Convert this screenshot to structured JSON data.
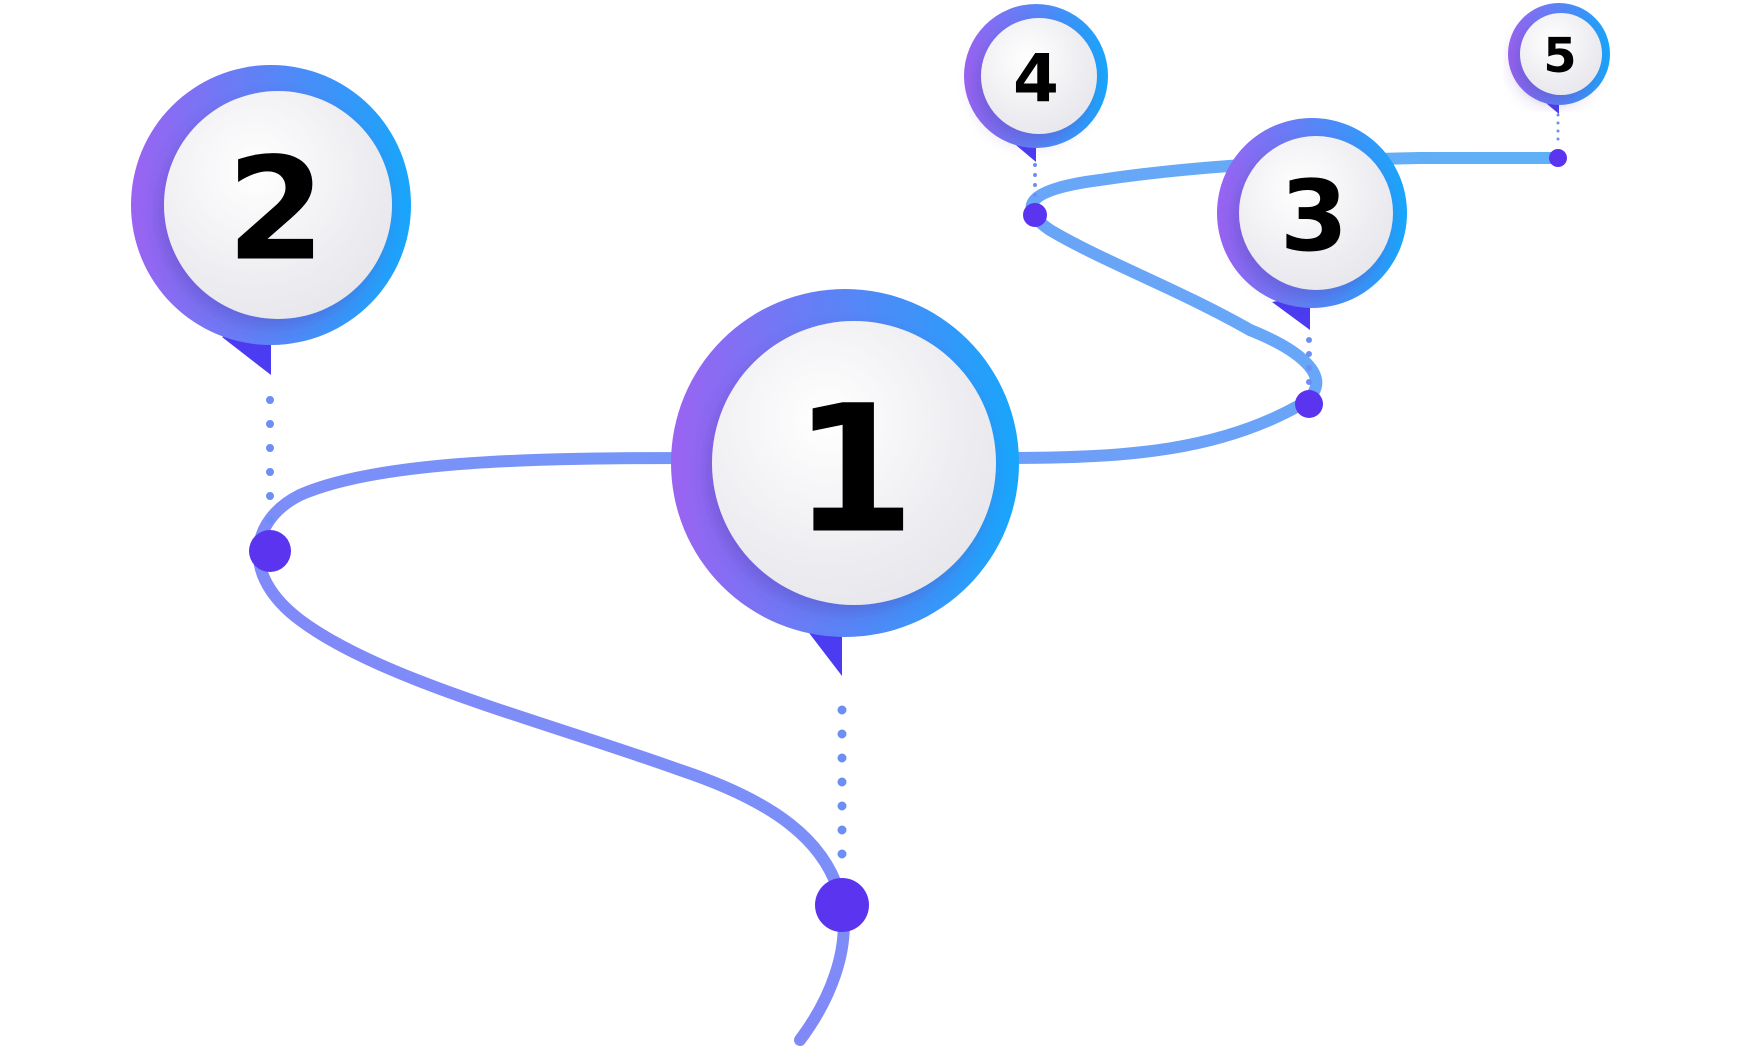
{
  "colors": {
    "accent_purple": "#9b63f2",
    "accent_blue": "#17a6fb",
    "path_purple": "#8a7df8",
    "path_blue": "#5fb1f7",
    "dot": "#5a34ee",
    "pointer": "#4b3bf1",
    "circle_fill": "#f2f2f4",
    "number_color": "#000000"
  },
  "markers": [
    {
      "id": "1",
      "label": "1"
    },
    {
      "id": "2",
      "label": "2"
    },
    {
      "id": "3",
      "label": "3"
    },
    {
      "id": "4",
      "label": "4"
    },
    {
      "id": "5",
      "label": "5"
    }
  ]
}
